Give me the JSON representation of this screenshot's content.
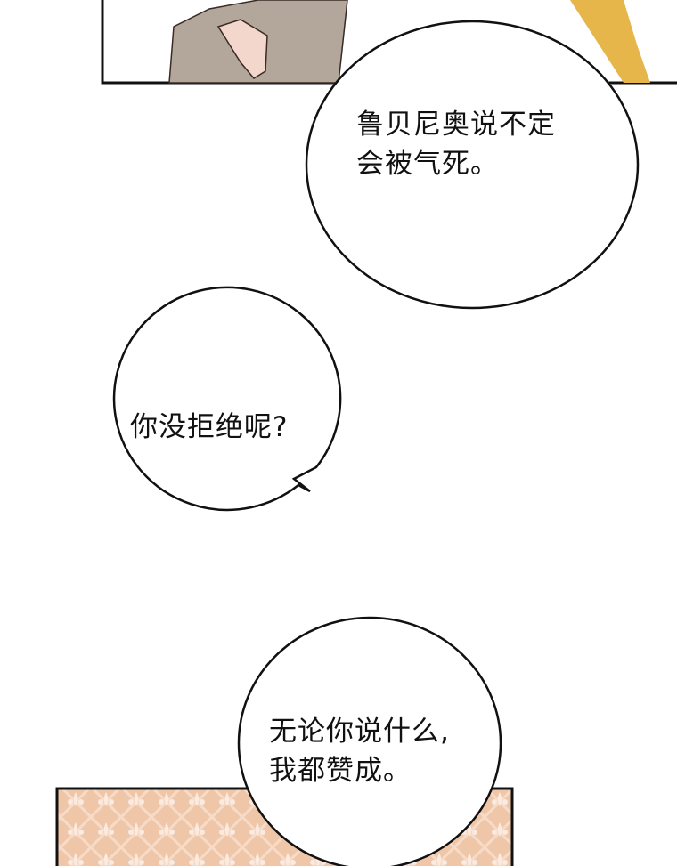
{
  "bubbles": [
    {
      "lines": [
        "鲁贝尼奥说不定",
        "会被气死。"
      ]
    },
    {
      "lines": [
        "你没拒绝呢?"
      ]
    },
    {
      "lines": [
        "无论你说什么,",
        "我都赞成。"
      ]
    }
  ],
  "colors": {
    "panel_border": "#111111",
    "wallpaper": "#f0c9ad",
    "clothing": "#b3a79b",
    "hair": "#e7b64a"
  }
}
